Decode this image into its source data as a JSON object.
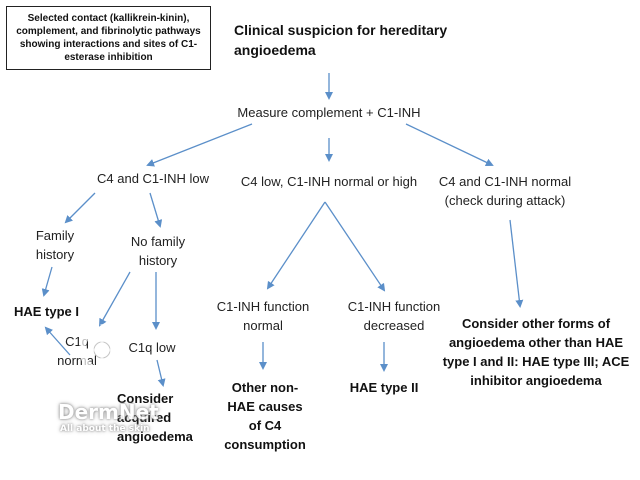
{
  "caption": "Selected contact (kallikrein-kinin), complement, and fibrinolytic pathways showing interactions and sites of C1-esterase inhibition",
  "nodes": {
    "title": "Clinical suspicion for hereditary\nangioedema",
    "measure": "Measure complement + C1-INH",
    "branch_low": "C4 and C1-INH low",
    "branch_mid": "C4 low, C1-INH normal or high",
    "branch_normal": "C4 and C1-INH normal\n(check during attack)",
    "family": "Family\nhistory",
    "nofamily": "No family\nhistory",
    "hae1": "HAE type I",
    "c1q_normal": "C1q\nnormal",
    "c1q_low": "C1q low",
    "acquired": "Consider\nacquired\nangioedema",
    "func_normal": "C1-INH function\nnormal",
    "func_decreased": "C1-INH function\ndecreased",
    "other_nonhae": "Other non-\nHAE causes\nof C4\nconsumption",
    "hae2": "HAE type II",
    "other_forms": "Consider other forms of\nangioedema other than HAE\ntype I and II: HAE type III; ACE\ninhibitor angioedema"
  },
  "watermark": {
    "brand": "DermNet",
    "tagline": "All about the skin"
  },
  "colors": {
    "arrow": "#5b8fc9"
  }
}
